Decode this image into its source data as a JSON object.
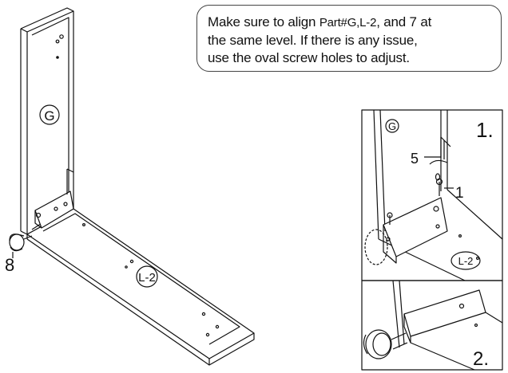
{
  "note": {
    "line1_prefix": "Make sure to align ",
    "line1_parts": "Part#G,L-2",
    "line1_suffix": ", and 7 at",
    "line2": "the same level. If there is any issue,",
    "line3": "use the oval screw holes to adjust."
  },
  "main_diagram": {
    "panel_label": "G",
    "base_label": "L-2",
    "caster_callout": "8"
  },
  "detail_1": {
    "step": "1.",
    "panel_label": "G",
    "wrench_callout": "5",
    "screw_callout": "1",
    "base_label": "L-2"
  },
  "detail_2": {
    "step": "2."
  }
}
